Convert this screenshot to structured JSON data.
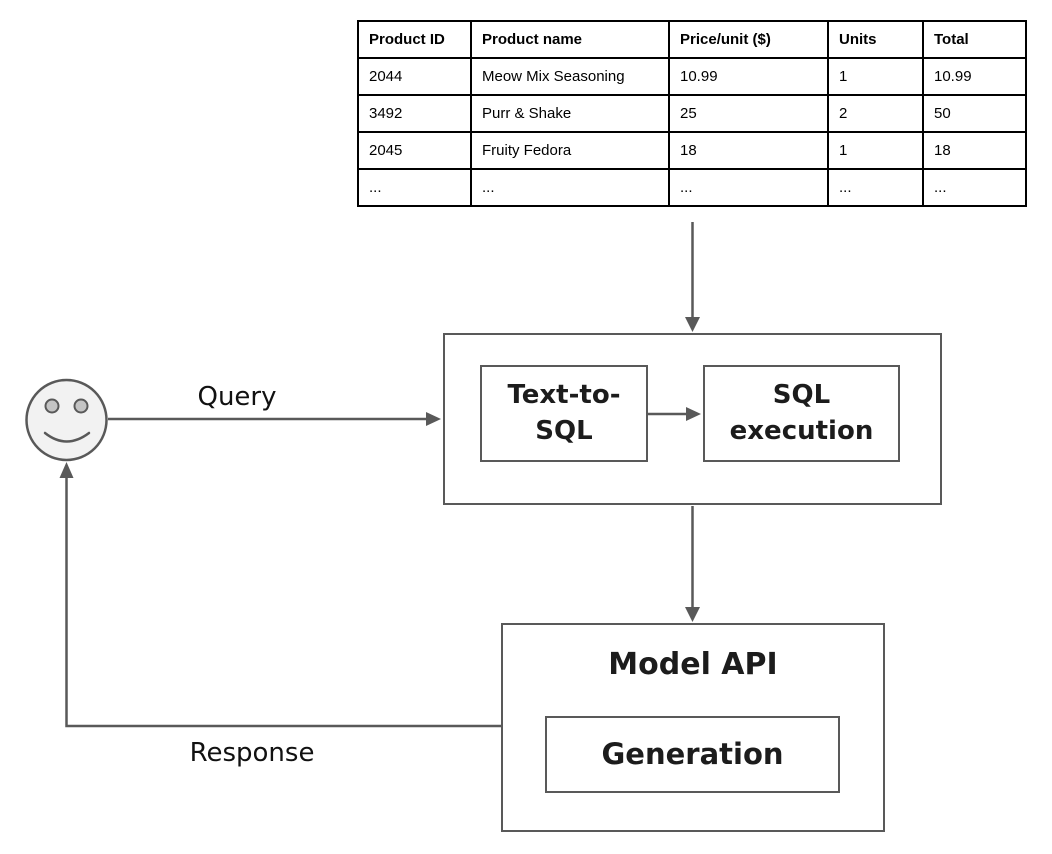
{
  "colors": {
    "line_gray": "#595959",
    "table_border": "#000000",
    "label_text": "#1c1c1c",
    "face_fill": "#f2f2f2",
    "eye_fill": "#c4c4c4"
  },
  "table": {
    "headers": [
      "Product ID",
      "Product name",
      "Price/unit ($)",
      "Units",
      "Total"
    ],
    "rows": [
      [
        "2044",
        "Meow Mix Seasoning",
        "10.99",
        "1",
        "10.99"
      ],
      [
        "3492",
        "Purr & Shake",
        "25",
        "2",
        "50"
      ],
      [
        "2045",
        "Fruity Fedora",
        "18",
        "1",
        "18"
      ],
      [
        "...",
        "...",
        "...",
        "...",
        "..."
      ]
    ]
  },
  "pipeline": {
    "text_to_sql": {
      "line1": "Text-to-",
      "line2": "SQL"
    },
    "sql_execution": {
      "line1": "SQL",
      "line2": "execution"
    }
  },
  "model_api": {
    "title": "Model API",
    "generation_label": "Generation"
  },
  "edges": {
    "query_label": "Query",
    "response_label": "Response"
  },
  "icons": {
    "user": "smiley-face-icon"
  }
}
